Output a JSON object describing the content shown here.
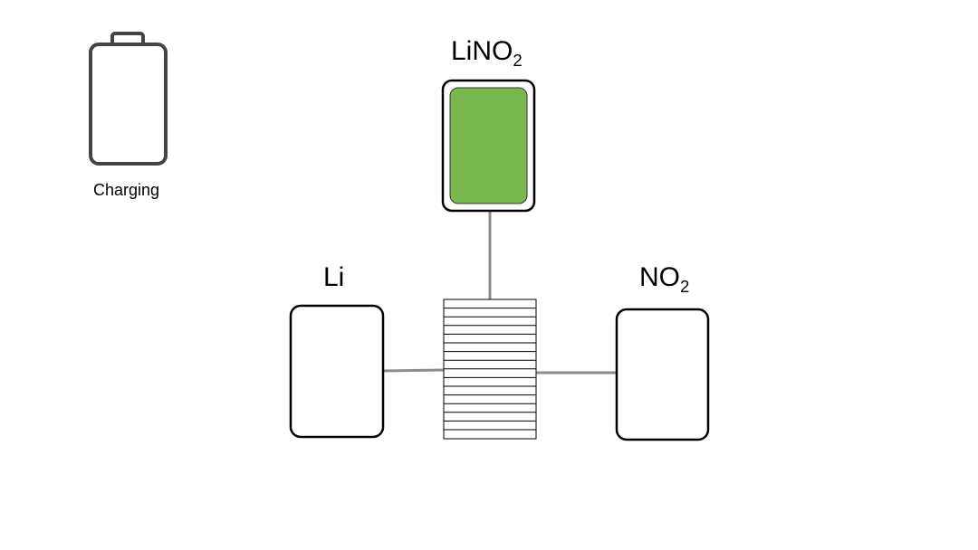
{
  "status": {
    "text": "Charging",
    "icon": "battery-icon"
  },
  "compounds": {
    "product": {
      "base": "LiNO",
      "sub": "2",
      "fill": "#79b74f"
    },
    "left": {
      "base": "Li",
      "sub": ""
    },
    "right": {
      "base": "NO",
      "sub": "2"
    }
  },
  "colors": {
    "outline": "#000000",
    "connector": "#8c8c8c",
    "battery": "#444444",
    "active_fill": "#79b74f"
  }
}
